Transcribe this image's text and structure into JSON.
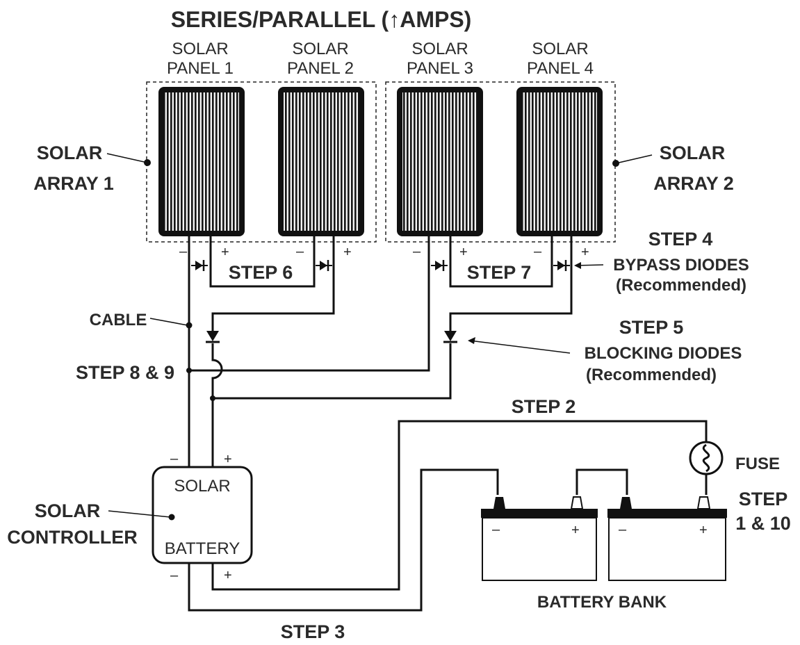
{
  "title": "SERIES/PARALLEL (↑AMPS)",
  "panels": [
    {
      "line1": "SOLAR",
      "line2": "PANEL 1"
    },
    {
      "line1": "SOLAR",
      "line2": "PANEL 2"
    },
    {
      "line1": "SOLAR",
      "line2": "PANEL 3"
    },
    {
      "line1": "SOLAR",
      "line2": "PANEL 4"
    }
  ],
  "arrays": [
    {
      "line1": "SOLAR",
      "line2": "ARRAY 1"
    },
    {
      "line1": "SOLAR",
      "line2": "ARRAY 2"
    }
  ],
  "steps": {
    "step6": "STEP 6",
    "step7": "STEP 7",
    "step4": {
      "title": "STEP 4",
      "line1": "BYPASS DIODES",
      "line2": "(Recommended)"
    },
    "step5": {
      "title": "STEP 5",
      "line1": "BLOCKING DIODES",
      "line2": "(Recommended)"
    },
    "step89": "STEP 8 & 9",
    "step2": "STEP 2",
    "step3": "STEP 3",
    "step110": {
      "line1": "STEP",
      "line2": "1 & 10"
    }
  },
  "cable": "CABLE",
  "fuse": "FUSE",
  "controller": {
    "line1": "SOLAR",
    "line2": "CONTROLLER",
    "top_label": "SOLAR",
    "bottom_label": "BATTERY"
  },
  "battery_bank": "BATTERY BANK",
  "signs": {
    "minus": "–",
    "plus": "+"
  }
}
